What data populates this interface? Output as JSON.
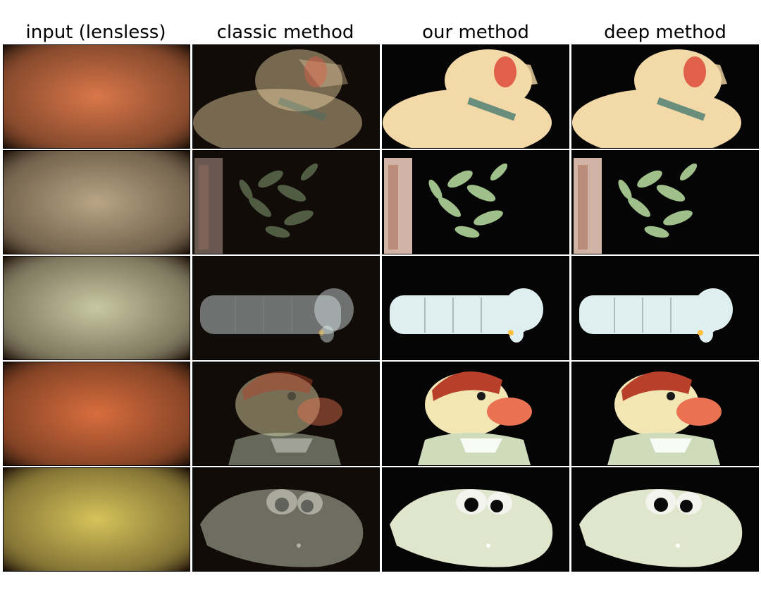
{
  "columns": [
    {
      "label": "input (lensless)"
    },
    {
      "label": "classic method"
    },
    {
      "label": "our method"
    },
    {
      "label": "deep method"
    }
  ],
  "rows": [
    {
      "subject": "duck side view",
      "lensless_tint": "#d9774a",
      "object_color": "#f4d9a8",
      "accent_color": "#e0604a"
    },
    {
      "subject": "plant and box",
      "lensless_tint": "#b9a585",
      "object_color": "#9fc08a",
      "accent_color": "#e8c8b8"
    },
    {
      "subject": "caterpillar",
      "lensless_tint": "#c9c7a2",
      "object_color": "#dfeeee",
      "accent_color": "#ffc040"
    },
    {
      "subject": "duck with cap",
      "lensless_tint": "#d86d3e",
      "object_color": "#f2e6b4",
      "accent_color": "#ea7252"
    },
    {
      "subject": "frog",
      "lensless_tint": "#d6c35a",
      "object_color": "#dfe6cc",
      "accent_color": "#ffffff"
    }
  ]
}
